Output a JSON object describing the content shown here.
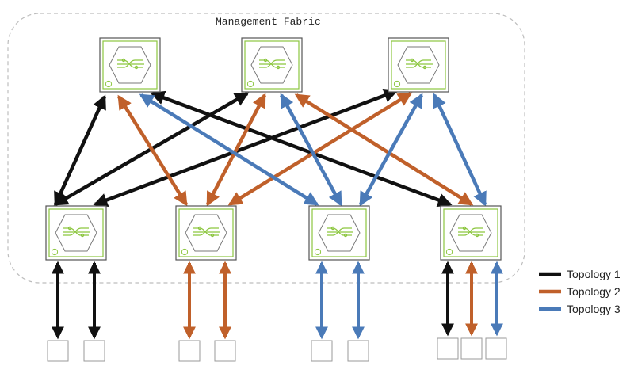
{
  "fabric": {
    "title": "Management Fabric"
  },
  "colors": {
    "topology_1": "#111111",
    "topology_2": "#c0602a",
    "topology_3": "#4a7ab8",
    "device_green": "#8cc63f",
    "device_border": "#555555",
    "endpoint_border": "#9a9a9a",
    "fabric_border": "#bdbdbd"
  },
  "legend": [
    {
      "key": "topology_1",
      "label": "Topology 1"
    },
    {
      "key": "topology_2",
      "label": "Topology 2"
    },
    {
      "key": "topology_3",
      "label": "Topology 3"
    }
  ],
  "icons": {
    "device": "network-switch-icon",
    "endpoint": "endpoint-box-icon"
  }
}
